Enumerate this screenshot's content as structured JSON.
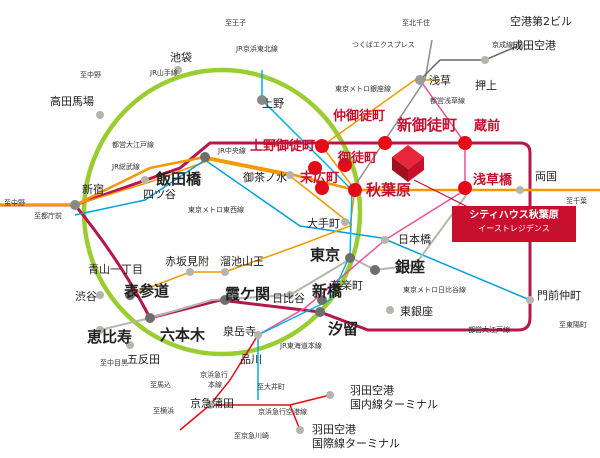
{
  "title": "",
  "colors": {
    "jr_yamanote": "#9acd32",
    "toei_oedo": "#b5164b",
    "chuo_line": "#f39800",
    "metro_hibiya": "#b5b5ac",
    "tsukuba": "#8c8c8c",
    "station_gray": "#6e6e6e",
    "station_red": "#e30b17",
    "accent_red": "#c8102e"
  },
  "property": {
    "name": "シティハウス秋葉原",
    "subname": "イーストレジデンス",
    "marker": "red-cube"
  },
  "stations": {
    "ikebukuro": "池袋",
    "takadanobaba": "高田馬場",
    "shinjuku": "新宿",
    "yotsuya": "四ツ谷",
    "iidabashi": "飯田橋",
    "ochanomizu": "御茶ノ水",
    "ueno": "上野",
    "asakusa": "浅草",
    "oshiage": "押上",
    "kuramae": "蔵前",
    "shin_okachimachi": "新御徒町",
    "naka_okachimachi": "仲御徒町",
    "ueno_okachimachi": "上野御徒町",
    "okachimachi": "御徒町",
    "suehirocho": "末広町",
    "akihabara": "秋葉原",
    "asakusabashi": "浅草橋",
    "ryogoku": "両国",
    "otemachi": "大手町",
    "tokyo": "東京",
    "nihonbashi": "日本橋",
    "ginza": "銀座",
    "yurakucho": "有楽町",
    "shinbashi": "新橋",
    "higashiginza": "東銀座",
    "shiodome": "汐留",
    "monzennakacho": "門前仲町",
    "aoyama_itchome": "青山一丁目",
    "akasakamitsuke": "赤坂見附",
    "tameikesanno": "溜池山王",
    "omotesando": "表参道",
    "shibuya": "渋谷",
    "ebisu": "恵比寿",
    "roppongi": "六本木",
    "kasumigaseki": "霞ケ関",
    "hibiya": "日比谷",
    "sengakuji": "泉岳寺",
    "gotanda": "五反田",
    "shinagawa": "品川",
    "keikyu_kamata": "京急蒲田",
    "narita_airport": "成田空港",
    "airport_t2": "空港第2ビル",
    "haneda_domestic_1": "羽田空港",
    "haneda_domestic_2": "国内線ターミナル",
    "haneda_intl_1": "羽田空港",
    "haneda_intl_2": "国際線ターミナル"
  },
  "lines": {
    "jr_keihin_tohoku": "JR京浜東北線",
    "jr_yamanote": "JR山手線",
    "tsukuba_express": "つくばエクスプレス",
    "keisei": "京成線",
    "metro_ginza": "東京メトロ銀座線",
    "toei_asakusa": "都営浅草線",
    "toei_oedo_west": "都営大江戸線",
    "jr_chuo": "JR中央線",
    "jr_sobu": "JR総武線",
    "metro_tozai": "東京メトロ東西線",
    "metro_hibiya": "東京メトロ日比谷線",
    "jr_tokaido": "JR東海道本線",
    "toei_oedo_south": "都営大江戸線",
    "keikyu_main_1": "京浜急行",
    "keikyu_main_2": "本線",
    "keikyu_airport": "京浜急行空港線"
  },
  "directions": {
    "to_oji": "至王子",
    "to_kitasenju": "至北千住",
    "to_nakano_n": "至中野",
    "to_nakano_w": "至中野",
    "to_tochomae": "至都庁前",
    "to_chiba": "至千葉",
    "to_meguro": "至中目黒",
    "to_magome": "至馬込",
    "to_yokohama": "至横浜",
    "to_oimachi": "至大井町",
    "to_higashiyashio": "至東陽町",
    "to_keikyu_kawasaki": "至京急川崎"
  }
}
